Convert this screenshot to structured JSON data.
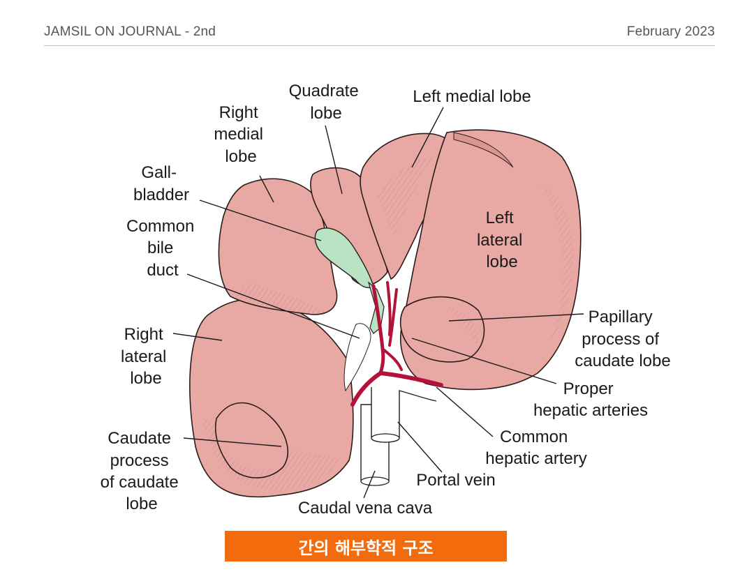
{
  "header": {
    "journal": "JAMSIL ON JOURNAL - 2nd",
    "date": "February 2023"
  },
  "colors": {
    "accent": "#f26b0c",
    "rule": "#f2b57a",
    "liver_lobe": "#e8a9a5",
    "gallbladder": "#b9e3c2",
    "arteries": "#b3123a"
  },
  "labels": {
    "right_medial_lobe": [
      "Right",
      "medial",
      "lobe"
    ],
    "quadrate_lobe": [
      "Quadrate",
      "lobe"
    ],
    "left_medial_lobe": [
      "Left medial lobe"
    ],
    "gallbladder": [
      "Gall-",
      "bladder"
    ],
    "common_bile_duct": [
      "Common",
      "bile",
      "duct"
    ],
    "left_lateral_lobe": [
      "Left",
      "lateral",
      "lobe"
    ],
    "right_lateral_lobe": [
      "Right",
      "lateral",
      "lobe"
    ],
    "papillary_process": [
      "Papillary",
      "process of",
      "caudate lobe"
    ],
    "proper_hepatic_arteries": [
      "Proper",
      "hepatic arteries"
    ],
    "common_hepatic_artery": [
      "Common",
      "hepatic artery"
    ],
    "caudate_process": [
      "Caudate",
      "process",
      "of caudate",
      "lobe"
    ],
    "portal_vein": [
      "Portal vein"
    ],
    "caudal_vena_cava": [
      "Caudal vena cava"
    ]
  },
  "caption": "간의 해부학적 구조"
}
